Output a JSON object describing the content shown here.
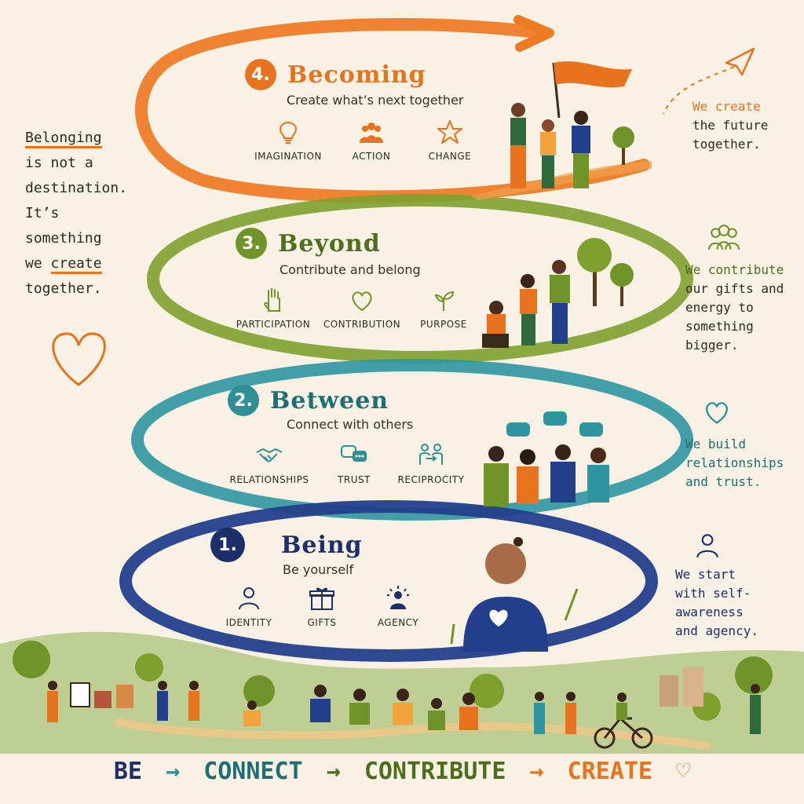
{
  "left_quote": {
    "word1": "Belonging",
    "line2": "is not a",
    "line3": "destination.",
    "line4": "It’s",
    "line5": "something",
    "line6_a": "we",
    "line6_b": "create",
    "line7": "together."
  },
  "levels": [
    {
      "number": "4.",
      "title": "Becoming",
      "subtitle": "Create what’s next together",
      "color": "#e8731f",
      "items": [
        {
          "label": "IMAGINATION",
          "icon": "lightbulb-icon"
        },
        {
          "label": "ACTION",
          "icon": "group-icon"
        },
        {
          "label": "CHANGE",
          "icon": "star-icon"
        }
      ],
      "side_text": [
        "We create",
        "the future",
        "together."
      ]
    },
    {
      "number": "3.",
      "title": "Beyond",
      "subtitle": "Contribute and belong",
      "color": "#6f952a",
      "items": [
        {
          "label": "PARTICIPATION",
          "icon": "raised-hand-icon"
        },
        {
          "label": "CONTRIBUTION",
          "icon": "heart-icon"
        },
        {
          "label": "PURPOSE",
          "icon": "sprout-icon"
        }
      ],
      "side_text": [
        "We contribute",
        "our gifts and",
        "energy to",
        "something",
        "bigger."
      ]
    },
    {
      "number": "2.",
      "title": "Between",
      "subtitle": "Connect with others",
      "color": "#2f8f93",
      "items": [
        {
          "label": "RELATIONSHIPS",
          "icon": "handshake-icon"
        },
        {
          "label": "TRUST",
          "icon": "chat-bubbles-icon"
        },
        {
          "label": "RECIPROCITY",
          "icon": "exchange-icon"
        }
      ],
      "side_text": [
        "We build",
        "relationships",
        "and trust."
      ]
    },
    {
      "number": "1.",
      "title": "Being",
      "subtitle": "Be yourself",
      "color": "#233f8c",
      "items": [
        {
          "label": "IDENTITY",
          "icon": "person-icon"
        },
        {
          "label": "GIFTS",
          "icon": "gift-icon"
        },
        {
          "label": "AGENCY",
          "icon": "spark-person-icon"
        }
      ],
      "side_text": [
        "We start",
        "with self-",
        "awareness",
        "and agency."
      ]
    }
  ],
  "bottom_line": {
    "be": "BE",
    "connect": "CONNECT",
    "contribute": "CONTRIBUTE",
    "create": "CREATE",
    "arrow": "→",
    "heart": "♡"
  }
}
